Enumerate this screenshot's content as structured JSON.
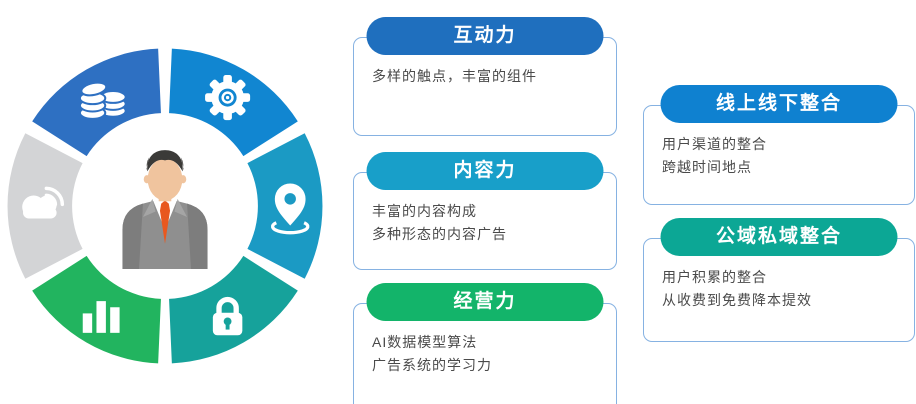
{
  "palette": {
    "card_border": "#86b2e2",
    "body_text": "#4a4a4a",
    "pill_text": "#ffffff"
  },
  "donut": {
    "center_figure": "businessman-avatar",
    "segments": [
      {
        "name": "data-coins",
        "icon": "coins",
        "color": "#2e70c2",
        "angle": 120
      },
      {
        "name": "gear",
        "icon": "gear",
        "color": "#1186d1",
        "angle": 60
      },
      {
        "name": "location",
        "icon": "location-pin",
        "color": "#1b9ac4",
        "angle": 0
      },
      {
        "name": "lock",
        "icon": "lock",
        "color": "#16a29b",
        "angle": 300
      },
      {
        "name": "bar-chart",
        "icon": "bar-chart",
        "color": "#22b45f",
        "angle": 240
      },
      {
        "name": "cloud",
        "icon": "cloud-signal",
        "color": "#d3d4d6",
        "angle": 180
      }
    ]
  },
  "cards": {
    "middle": [
      {
        "title": "互动力",
        "header_color": "#1f6fbe",
        "lines": [
          "多样的触点，丰富的组件"
        ]
      },
      {
        "title": "内容力",
        "header_color": "#189fc9",
        "lines": [
          "丰富的内容构成",
          "多种形态的内容广告"
        ]
      },
      {
        "title": "经营力",
        "header_color": "#13b46a",
        "lines": [
          "AI数据模型算法",
          "广告系统的学习力"
        ]
      }
    ],
    "right": [
      {
        "title": "线上线下整合",
        "header_color": "#0f81d0",
        "lines": [
          "用户渠道的整合",
          "跨越时间地点"
        ]
      },
      {
        "title": "公域私域整合",
        "header_color": "#0ca795",
        "lines": [
          "用户积累的整合",
          "从收费到免费降本提效"
        ]
      }
    ]
  }
}
